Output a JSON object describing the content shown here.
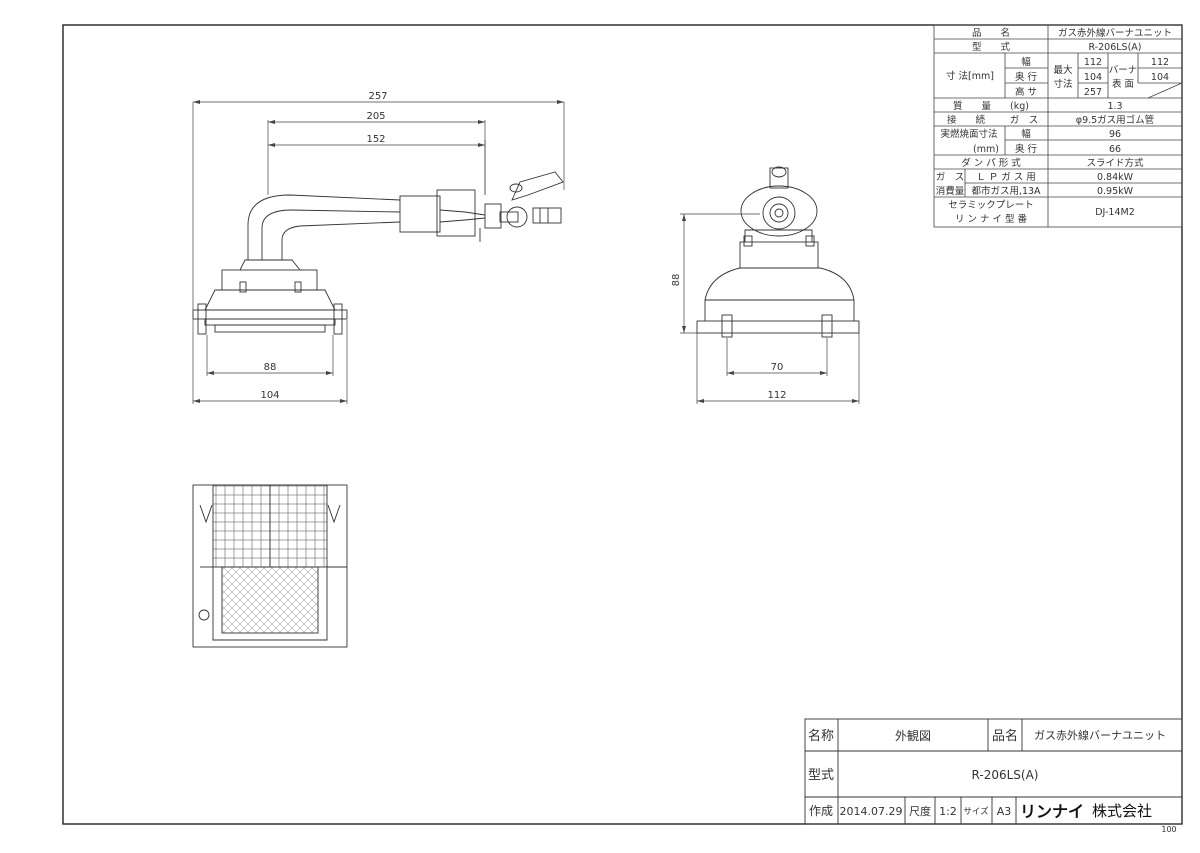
{
  "spec_table": {
    "product_name_label": "品　　名",
    "product_name": "ガス赤外線バーナユニット",
    "model_label": "型　　式",
    "model": "R-206LS(A)",
    "dimensions_label": "寸 法[mm]",
    "width_label": "幅",
    "depth_label": "奥 行",
    "height_label": "高 サ",
    "max_label_1": "最大",
    "max_label_2": "寸法",
    "max_width": "112",
    "max_depth": "104",
    "max_height": "257",
    "burner_label_1": "バーナ",
    "burner_label_2": "表 面",
    "burner_width": "112",
    "burner_depth": "104",
    "mass_label": "質　　量　　(kg)",
    "mass": "1.3",
    "connection_label_1": "接　　続",
    "connection_label_2": "ガ　ス",
    "connection": "φ9.5ガス用ゴム管",
    "combustion_label_1": "実燃焼面寸法",
    "combustion_label_2": "(mm)",
    "combustion_width_label": "幅",
    "combustion_depth_label": "奥 行",
    "combustion_width": "96",
    "combustion_depth": "66",
    "damper_label": "ダ ン パ 形 式",
    "damper": "スライド方式",
    "consumption_label_1": "ガ　ス",
    "consumption_label_2": "消費量",
    "lpg_label": "Ｌ Ｐ ガ ス 用",
    "lpg_value": "0.84kW",
    "city_gas_label": "都市ガス用,13A",
    "city_gas_value": "0.95kW",
    "ceramic_label_1": "セラミックプレート",
    "ceramic_label_2": "リ ン ナ イ 型 番",
    "ceramic_model": "DJ-14M2"
  },
  "dimensions": {
    "side_overall_length": "257",
    "side_to_valve": "205",
    "side_to_nozzle": "152",
    "side_inner_width": "88",
    "side_base_width": "104",
    "front_height": "88",
    "front_bolt_spacing": "70",
    "front_base_width": "112"
  },
  "title_block": {
    "name_label": "名称",
    "name_value": "外観図",
    "product_label": "品名",
    "product_value": "ガス赤外線バーナユニット",
    "model_label": "型式",
    "model_value": "R-206LS(A)",
    "created_label": "作成",
    "created_date": "2014.07.29",
    "scale_label": "尺度",
    "scale_value": "1:2",
    "size_label": "サイズ",
    "size_value": "A3",
    "company_logo": "リンナイ",
    "company_suffix": "株式会社"
  },
  "page_number": "100"
}
